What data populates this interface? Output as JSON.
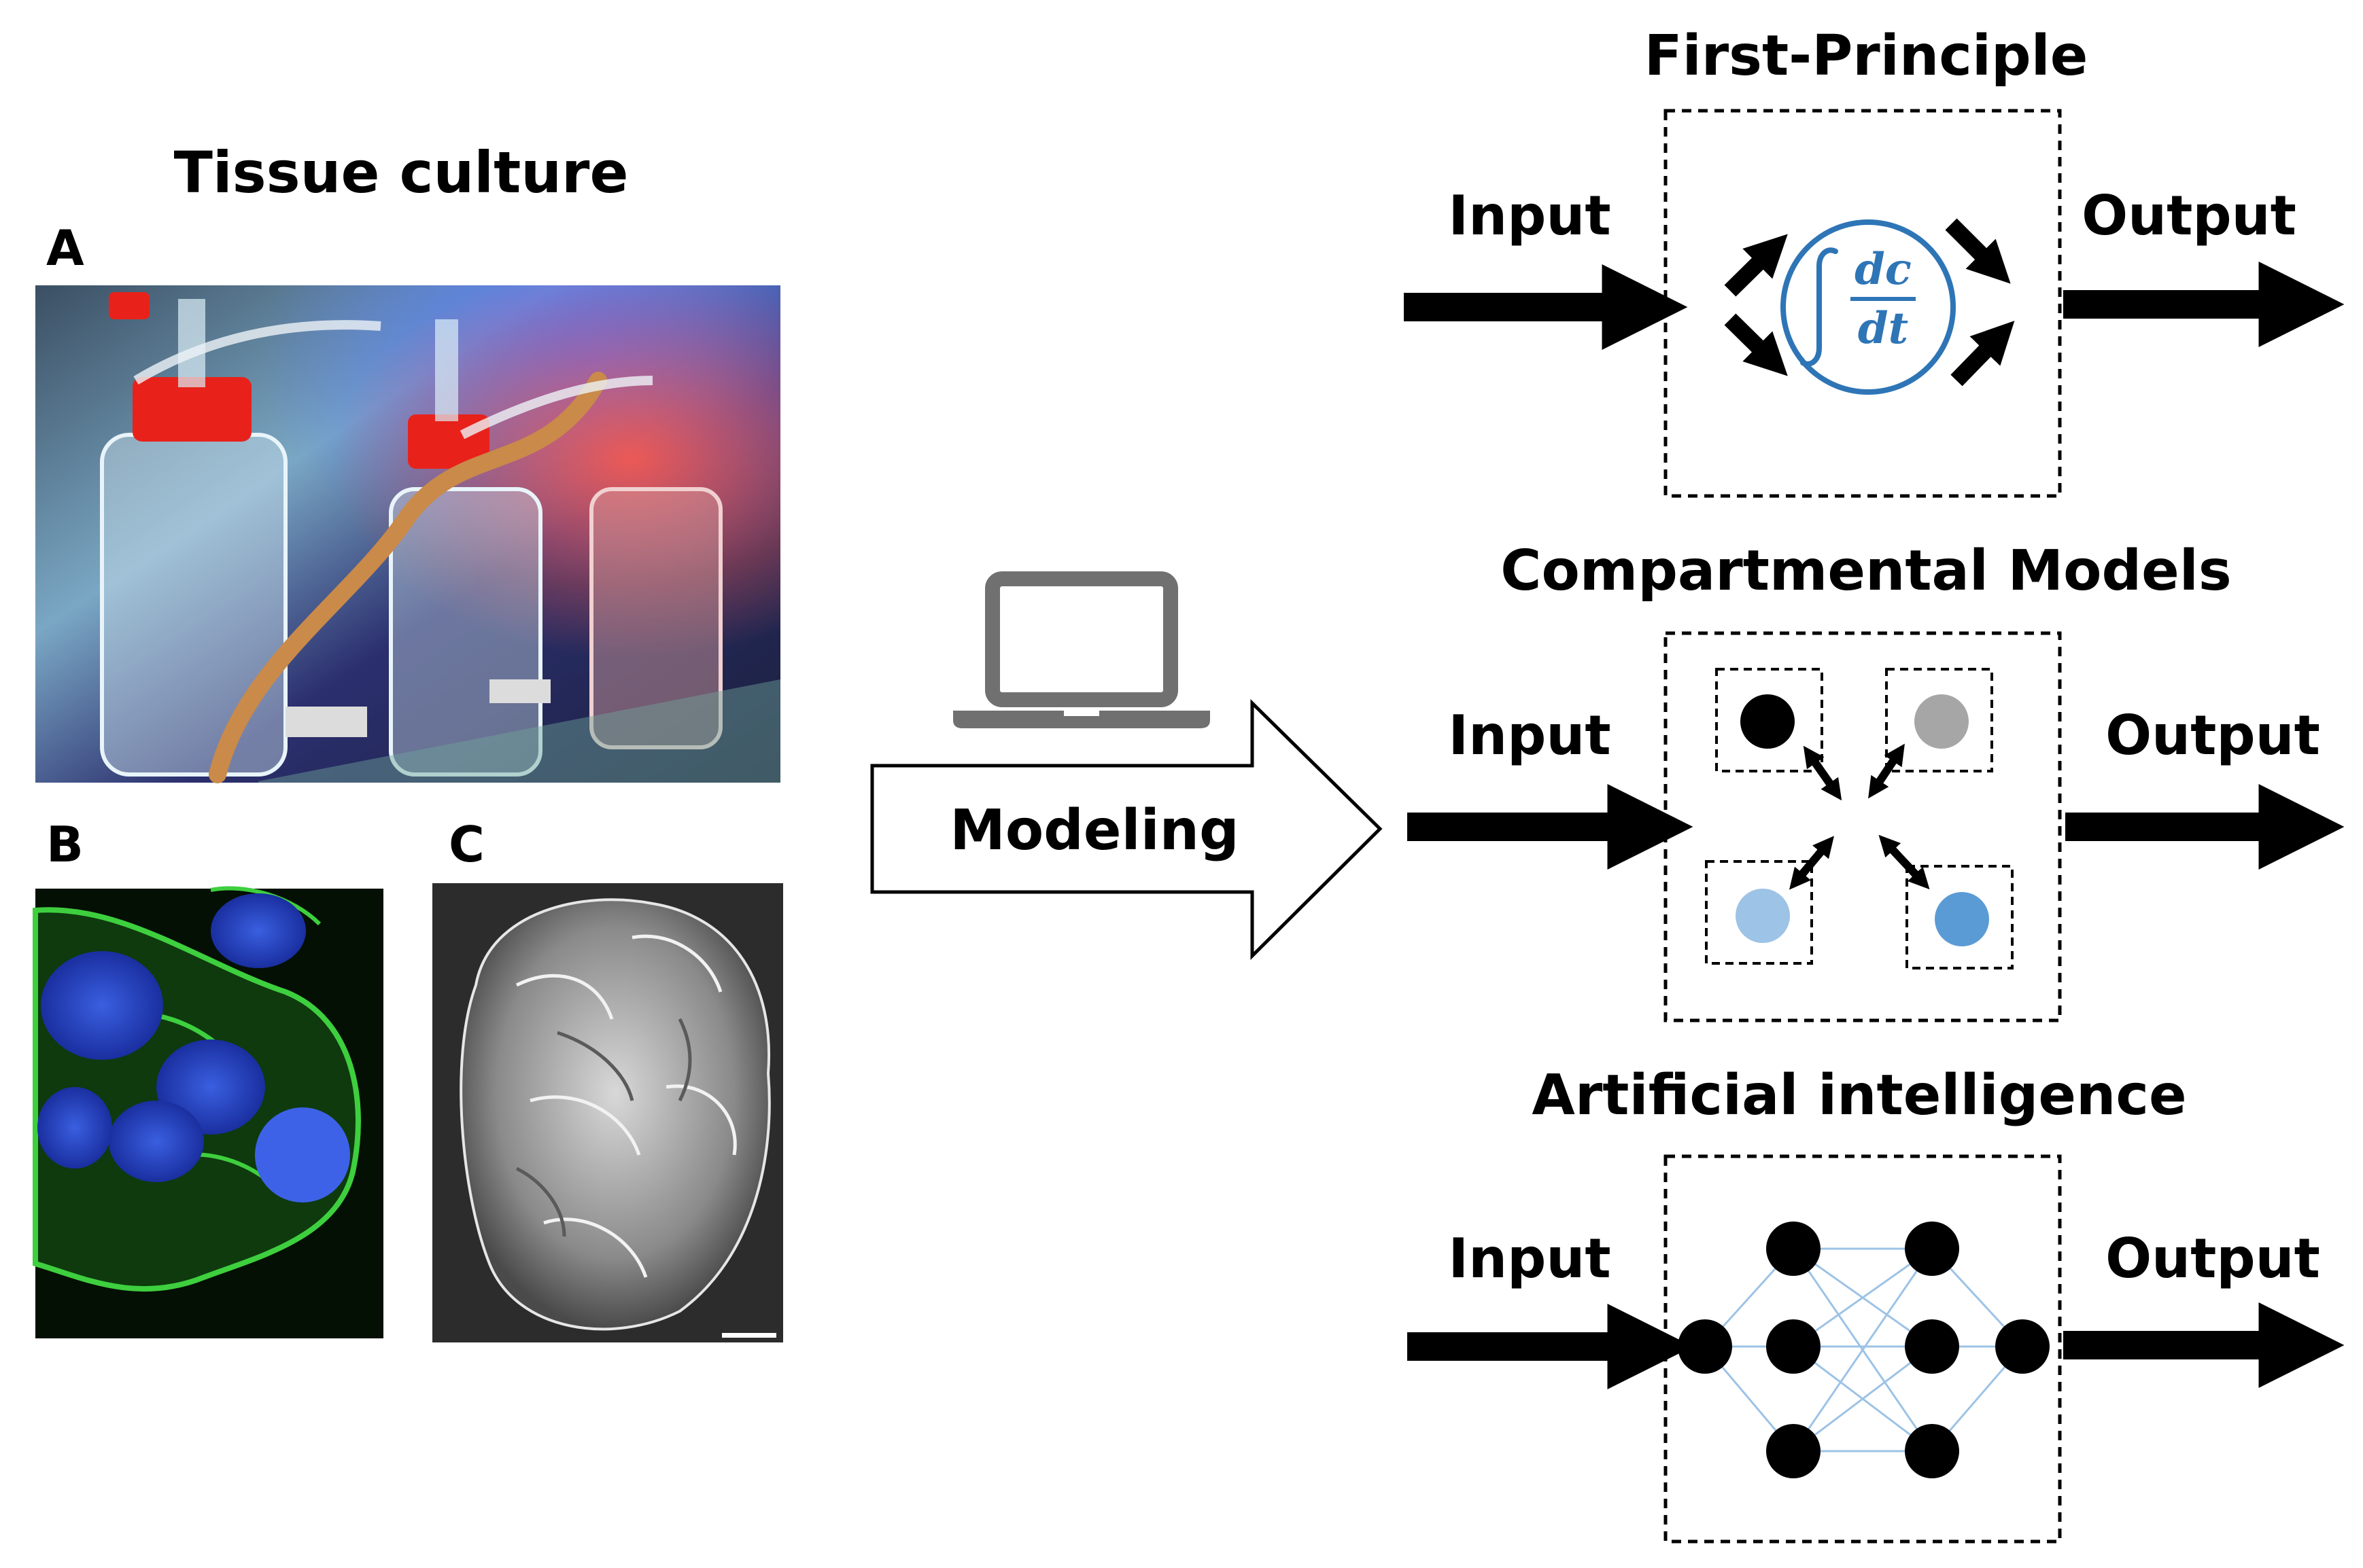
{
  "left": {
    "title": "Tissue culture",
    "panel_a": "A",
    "panel_b": "B",
    "panel_c": "C"
  },
  "center": {
    "arrow_label": "Modeling",
    "icon": "laptop-icon"
  },
  "models": [
    {
      "title": "First-Principle",
      "input": "Input",
      "output": "Output",
      "formula_numerator": "dc",
      "formula_denominator": "dt"
    },
    {
      "title": "Compartmental Models",
      "input": "Input",
      "output": "Output"
    },
    {
      "title": "Artificial intelligence",
      "input": "Input",
      "output": "Output"
    }
  ],
  "colors": {
    "formula_blue": "#2e75b6",
    "compartment_black": "#000000",
    "compartment_gray": "#a6a6a6",
    "compartment_light_blue": "#9dc3e6",
    "compartment_blue": "#5b9bd5",
    "nn_edge": "#9dc3e6"
  }
}
